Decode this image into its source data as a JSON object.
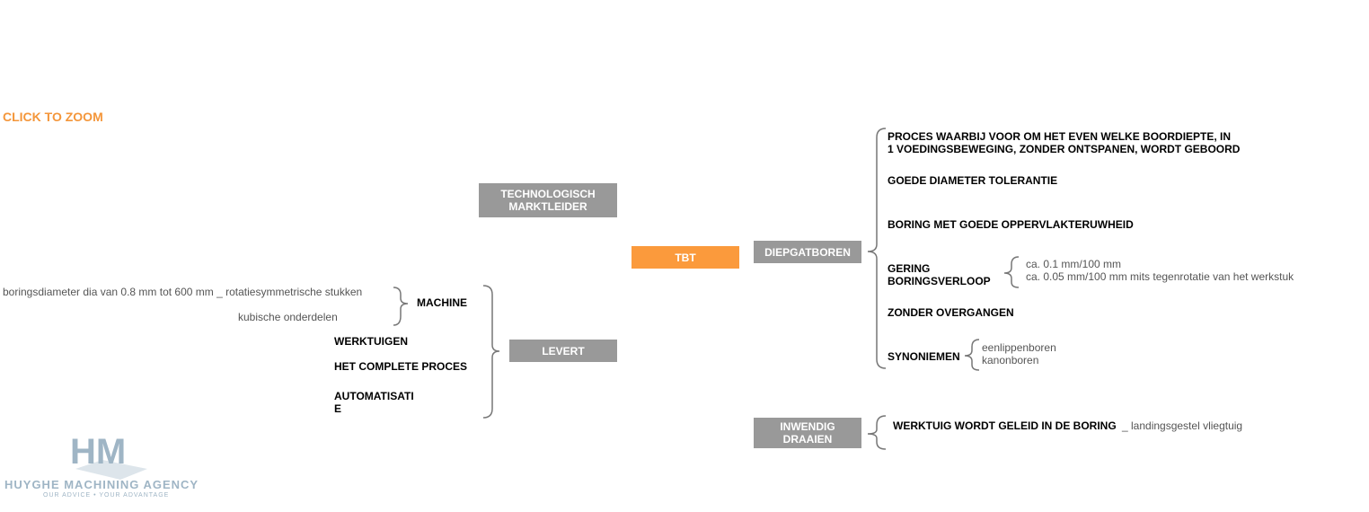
{
  "zoom_label": "CLICK TO ZOOM",
  "nodes": {
    "technologisch": [
      "TECHNOLOGISCH",
      "MARKTLEIDER"
    ],
    "tbt": "TBT",
    "levert": "LEVERT",
    "diepgatboren": "DIEPGATBOREN",
    "inwendig": [
      "INWENDIG",
      "DRAAIEN"
    ]
  },
  "levert_items": {
    "machine": "MACHINE",
    "machine_children": [
      "boringsdiameter dia van 0.8 mm tot 600 mm _ rotatiesymmetrische stukken",
      "kubische onderdelen"
    ],
    "werktuigen": "WERKTUIGEN",
    "proces": "HET COMPLETE PROCES",
    "automatisatie": [
      "AUTOMATISATI",
      "E"
    ]
  },
  "diepgat_items": {
    "proces": [
      "PROCES WAARBIJ VOOR OM HET EVEN WELKE BOORDIEPTE, IN",
      "1 VOEDINGSBEWEGING, ZONDER ONTSPANEN, WORDT GEBOORD"
    ],
    "tolerantie": "GOEDE DIAMETER TOLERANTIE",
    "oppervlakte": "BORING MET GOEDE OPPERVLAKTERUWHEID",
    "gering": [
      "GERING",
      "BORINGSVERLOOP"
    ],
    "gering_children": [
      "ca. 0.1 mm/100 mm",
      "ca. 0.05 mm/100 mm mits tegenrotatie van het werkstuk"
    ],
    "overgangen": "ZONDER OVERGANGEN",
    "synoniemen": "SYNONIEMEN",
    "synoniemen_children": [
      "eenlippenboren",
      "kanonboren"
    ]
  },
  "inwendig_items": {
    "werktuig": "WERKTUIG WORDT GELEID IN DE BORING",
    "werktuig_note": "_ landingsgestel vliegtuig"
  },
  "logo": {
    "letters": "HM",
    "name": "HUYGHE MACHINING AGENCY",
    "tagline": "OUR ADVICE • YOUR ADVANTAGE"
  },
  "colors": {
    "accent": "#fb9a3c",
    "box_gray": "#999999",
    "bracket": "#777777",
    "logo": "#9fb5c5"
  }
}
